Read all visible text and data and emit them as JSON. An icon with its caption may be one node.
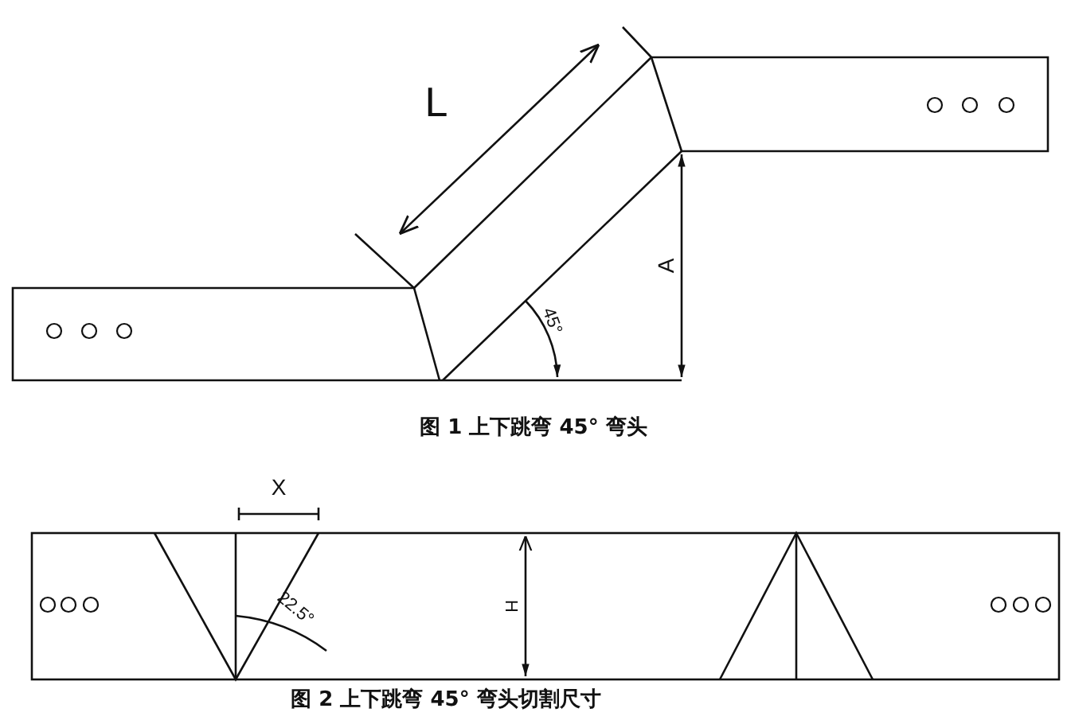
{
  "diagram": {
    "labels": [
      "L",
      "A",
      "45°",
      "图 1 上下跳弯 45° 弯头",
      "X",
      "22.5°",
      "H",
      "图 2 上下跳弯 45° 弯头切割尺寸"
    ]
  }
}
